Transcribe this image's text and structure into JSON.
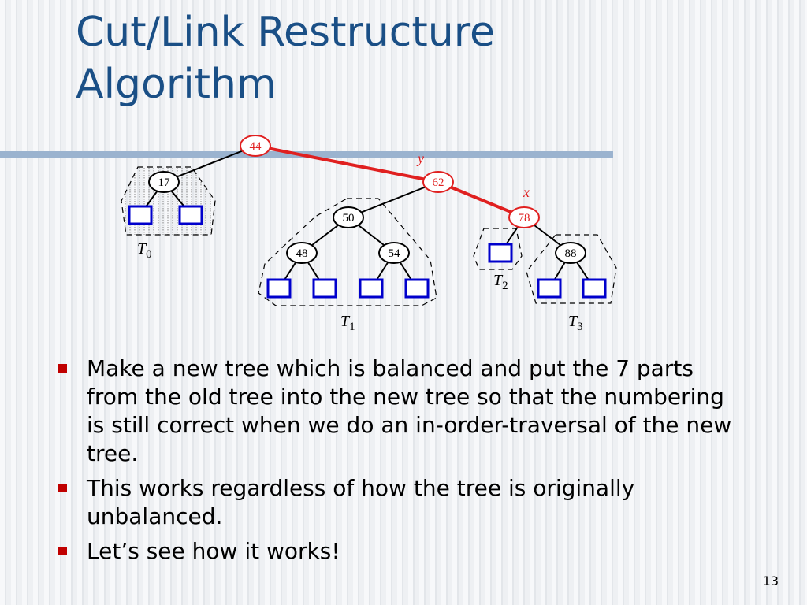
{
  "slide": {
    "title_lines": [
      "Cut/Link Restructure",
      "Algorithm"
    ],
    "page_number": "13",
    "bullets": [
      "Make a new tree which is balanced and put the 7 parts from the old tree into the new tree so that the numbering is still correct when we do an in-order-traversal of the new tree.",
      "This works regardless of how the tree is originally unbalanced.",
      "Let’s see how it works!"
    ]
  },
  "diagram": {
    "nodes": {
      "n44": "44",
      "n17": "17",
      "n62": "62",
      "n50": "50",
      "n78": "78",
      "n48": "48",
      "n54": "54",
      "n88": "88"
    },
    "pointer_labels": {
      "y": "y",
      "x": "x"
    },
    "subtrees": {
      "t0": {
        "letter": "T",
        "sub": "0"
      },
      "t1": {
        "letter": "T",
        "sub": "1"
      },
      "t2": {
        "letter": "T",
        "sub": "2"
      },
      "t3": {
        "letter": "T",
        "sub": "3"
      }
    },
    "colors": {
      "highlight": "#e02020",
      "leaf": "#0000cc",
      "title": "#1a4f86",
      "bullet": "#c00000"
    }
  }
}
